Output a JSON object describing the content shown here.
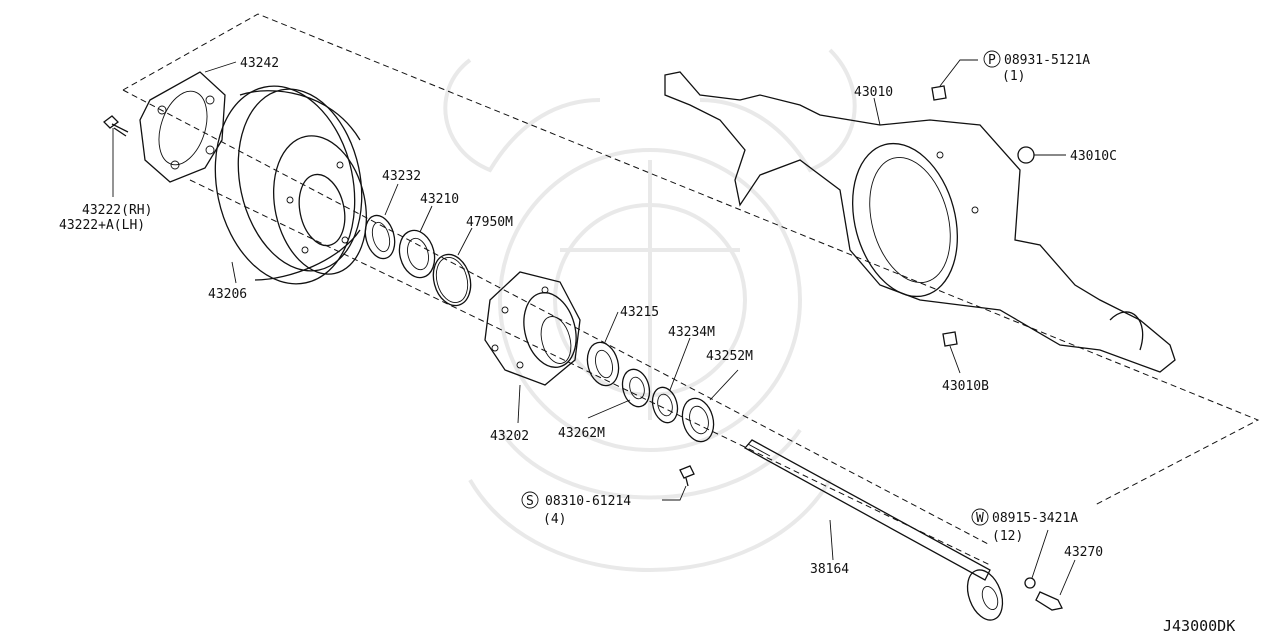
{
  "diagram": {
    "code": "J43000DK",
    "labels": {
      "p43242": "43242",
      "p43222_rh": "43222(RH)",
      "p43222_lh": "43222+A(LH)",
      "p43206": "43206",
      "p43232": "43232",
      "p43210": "43210",
      "p47950m": "47950M",
      "p43215": "43215",
      "p43234m": "43234M",
      "p43252m": "43252M",
      "p43262m": "43262M",
      "p43202": "43202",
      "p08310": "08310-61214",
      "p08310_qty": "(4)",
      "p08931": "08931-5121A",
      "p08931_qty": "(1)",
      "p43010": "43010",
      "p43010c": "43010C",
      "p43010b": "43010B",
      "p08915": "08915-3421A",
      "p08915_qty": "(12)",
      "p43270": "43270",
      "p38164": "38164"
    },
    "prefix_symbols": {
      "p08310": "S",
      "p08931": "P",
      "p08915": "W"
    }
  }
}
